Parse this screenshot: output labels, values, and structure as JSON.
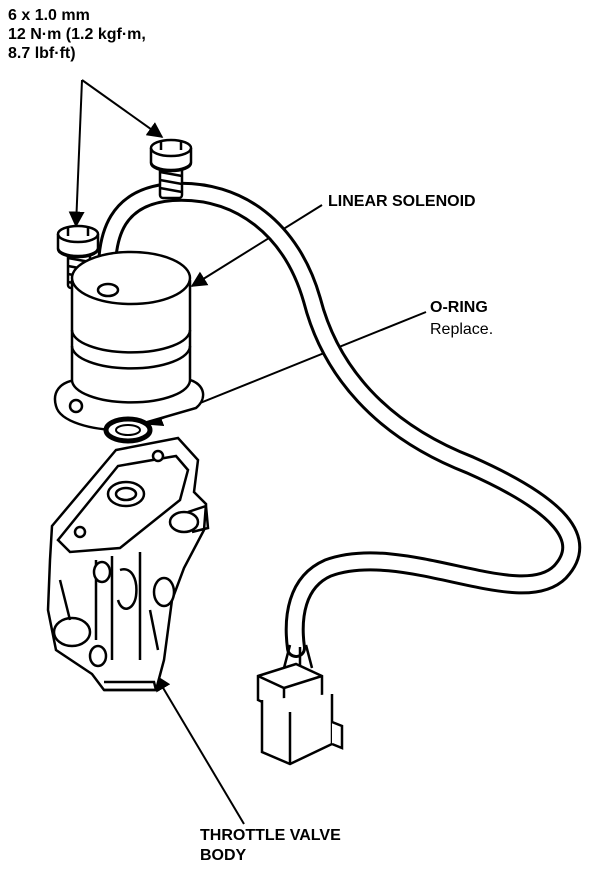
{
  "callouts": {
    "bolt_spec": {
      "line1": "6 x 1.0 mm",
      "line2": "12 N·m (1.2 kgf·m,",
      "line3": "8.7 lbf·ft)"
    },
    "linear_solenoid": "LINEAR SOLENOID",
    "o_ring": "O-RING",
    "o_ring_note": "Replace.",
    "throttle_body_line1": "THROTTLE VALVE",
    "throttle_body_line2": "BODY"
  },
  "colors": {
    "ink": "#000000",
    "paper": "#ffffff"
  }
}
